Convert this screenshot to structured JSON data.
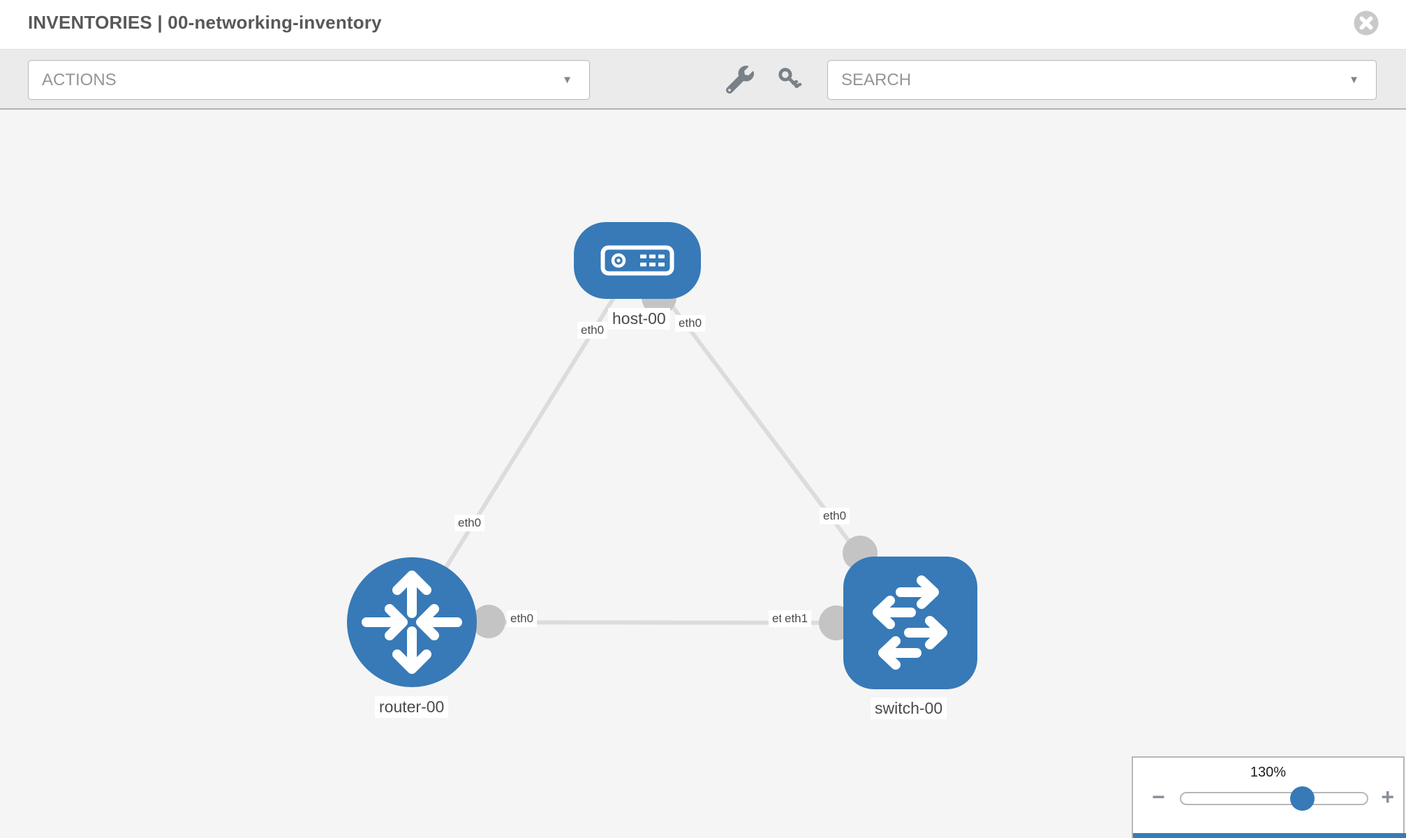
{
  "header": {
    "title": "INVENTORIES | 00-networking-inventory"
  },
  "toolbar": {
    "actions_label": "ACTIONS",
    "search_label": "SEARCH",
    "caret_icon": "▼",
    "tools": [
      {
        "icon": "wrench"
      },
      {
        "icon": "key"
      }
    ]
  },
  "topology": {
    "nodes": [
      {
        "name": "host-00",
        "type": "host"
      },
      {
        "name": "router-00",
        "type": "router"
      },
      {
        "name": "switch-00",
        "type": "switch"
      }
    ],
    "links": [
      {
        "from": "host-00",
        "from_interface": "eth0",
        "to": "router-00",
        "to_interface": "eth0"
      },
      {
        "from": "host-00",
        "from_interface": "eth0",
        "to": "switch-00",
        "to_interface": "eth0"
      },
      {
        "from": "router-00",
        "from_interface": "eth0",
        "to": "switch-00",
        "to_interface_labels": [
          "eth0",
          "eth1"
        ]
      }
    ]
  },
  "zoom": {
    "value_label": "130%",
    "percent": 130,
    "minus_icon": "−",
    "plus_icon": "+"
  },
  "colors": {
    "node_blue": "#377ab7",
    "link_gray": "#dcdcdc",
    "endpoint_gray": "#c4c4c4",
    "toolbar_bg": "#ebebeb",
    "canvas_bg": "#f5f5f5"
  }
}
